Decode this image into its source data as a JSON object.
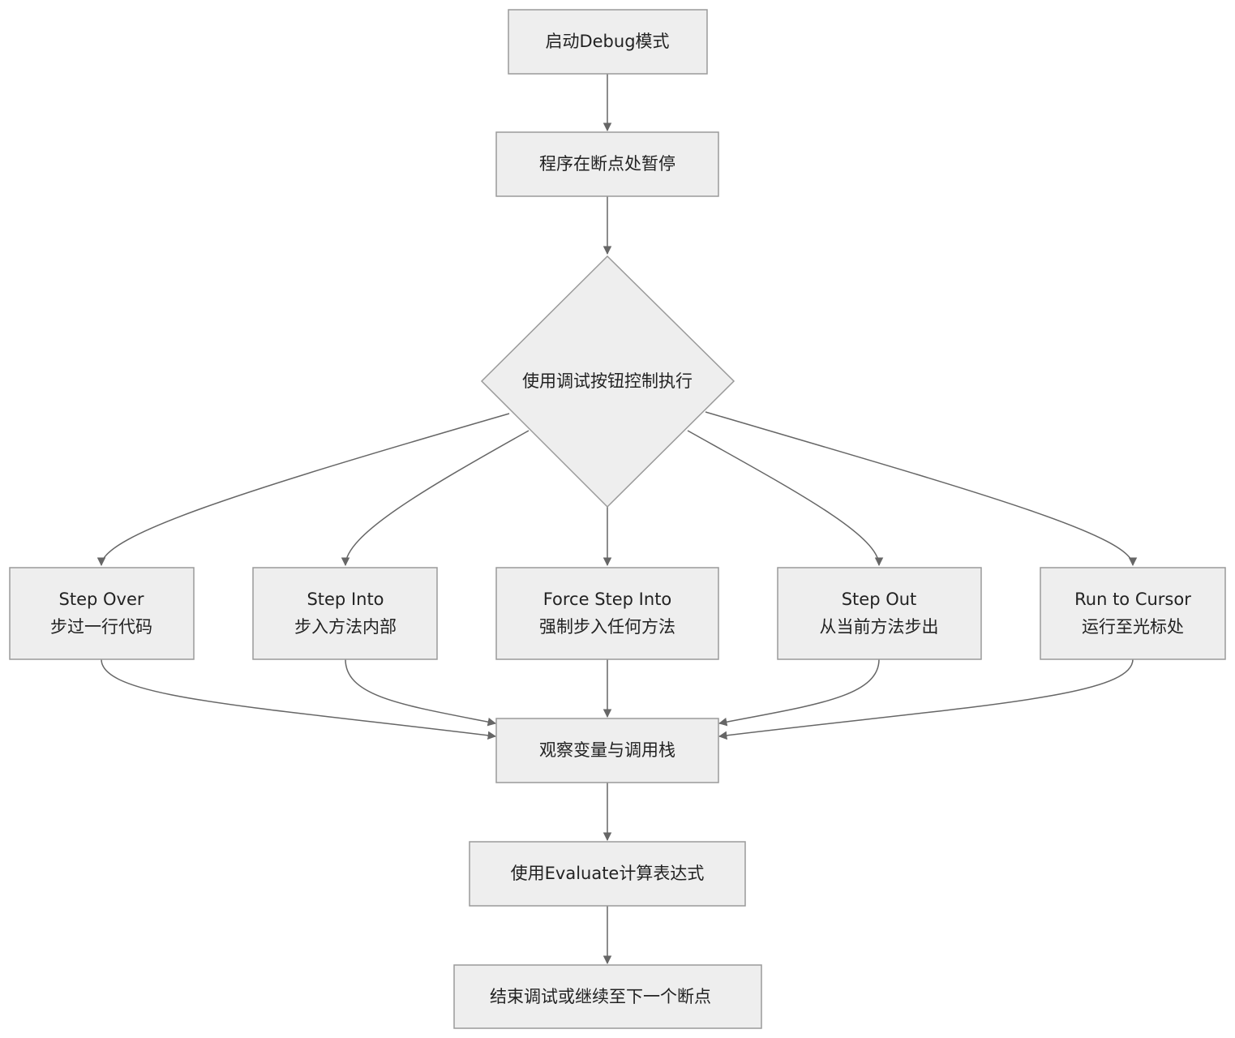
{
  "nodes": {
    "start": {
      "text": "启动Debug模式"
    },
    "paused": {
      "text": "程序在断点处暂停"
    },
    "decision": {
      "text": "使用调试按钮控制执行"
    },
    "step_over": {
      "line1": "Step Over",
      "line2": "步过一行代码"
    },
    "step_into": {
      "line1": "Step Into",
      "line2": "步入方法内部"
    },
    "force_step_into": {
      "line1": "Force Step Into",
      "line2": "强制步入任何方法"
    },
    "step_out": {
      "line1": "Step Out",
      "line2": "从当前方法步出"
    },
    "run_to_cursor": {
      "line1": "Run to Cursor",
      "line2": "运行至光标处"
    },
    "observe": {
      "text": "观察变量与调用栈"
    },
    "evaluate": {
      "text": "使用Evaluate计算表达式"
    },
    "end": {
      "text": "结束调试或继续至下一个断点"
    }
  },
  "colors": {
    "node_fill": "#eeeeee",
    "node_stroke": "#9a9a9a",
    "edge": "#666666",
    "text": "#222222"
  }
}
